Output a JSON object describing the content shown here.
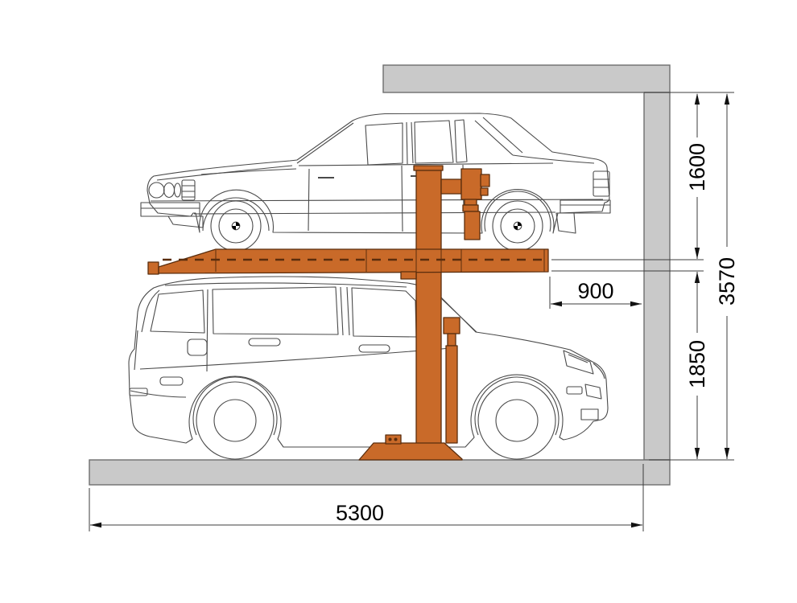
{
  "diagram": {
    "title": "two-level parking lift side elevation",
    "vehicles": {
      "upper": "sedan on lift platform",
      "lower": "suv on ground level"
    },
    "dimensions": {
      "upper_level_clearance": "1600",
      "total_height": "3570",
      "platform_to_wall": "900",
      "lower_level_clearance": "1850",
      "overall_length": "5300"
    },
    "colors": {
      "lift_orange": "#C96A29",
      "lift_outline": "#5A2D0D",
      "wall_gray": "#C9C9C9",
      "wall_outline": "#6E6E6E",
      "car_line": "#4A4A4A",
      "dimension_line": "#3C3C3C",
      "text": "#000000"
    }
  }
}
